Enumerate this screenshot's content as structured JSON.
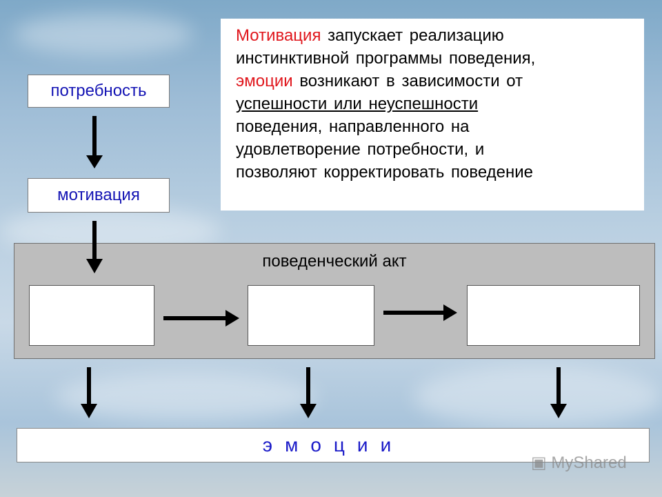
{
  "diagram": {
    "need_label": "потребность",
    "motivation_label": "мотивация",
    "description": {
      "line1_red": "Мотивация",
      "line1_rest": " запускает реализацию",
      "line2": "инстинктивной программы поведения,",
      "line3_red": "эмоции",
      "line3_rest": " возникают в зависимости от",
      "line4_underlined": "успешности или неуспешности",
      "line5": "поведения, направленного на",
      "line6": "удовлетворение потребности, и",
      "line7": "позволяют корректировать поведение"
    },
    "behavioral_act_label": "поведенческий акт",
    "emotions_label": "эмоции"
  },
  "watermark": "MyShared",
  "colors": {
    "blue_text": "#1414b4",
    "red_text": "#e0161c",
    "panel_gray": "#bdbdbd"
  }
}
